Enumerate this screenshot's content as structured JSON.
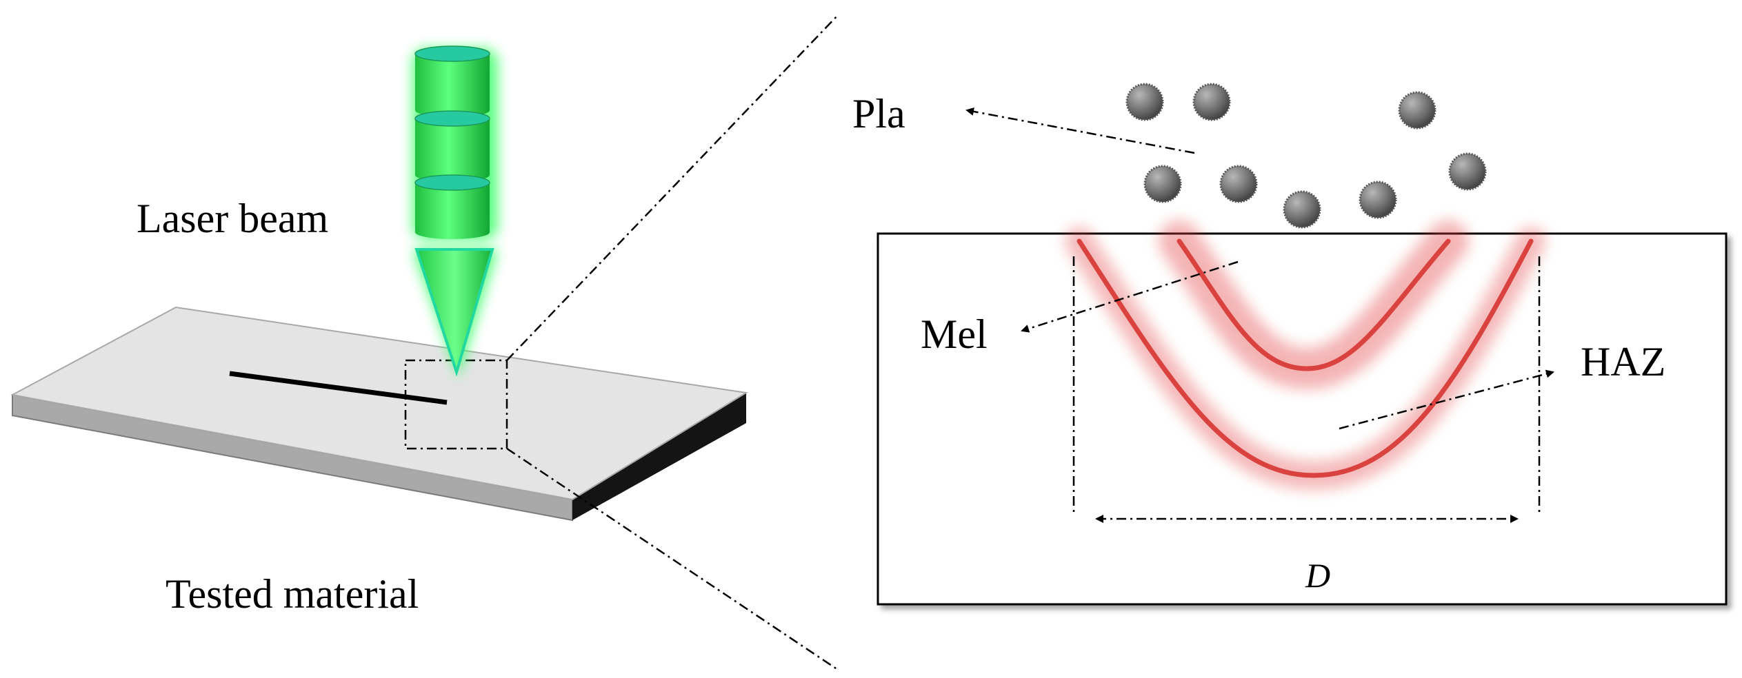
{
  "labels": {
    "laser_beam": "Laser beam",
    "tested_material": "Tested material",
    "plasma": "Pla",
    "melt": "Mel",
    "haz": "HAZ",
    "width": "D"
  },
  "colors": {
    "beam_green": "#2ee65a",
    "glow_red": "#e23a3a",
    "particle_gray": "#7a7a7a",
    "plate_top": "#e4e4e4",
    "plate_side": "#111111"
  }
}
